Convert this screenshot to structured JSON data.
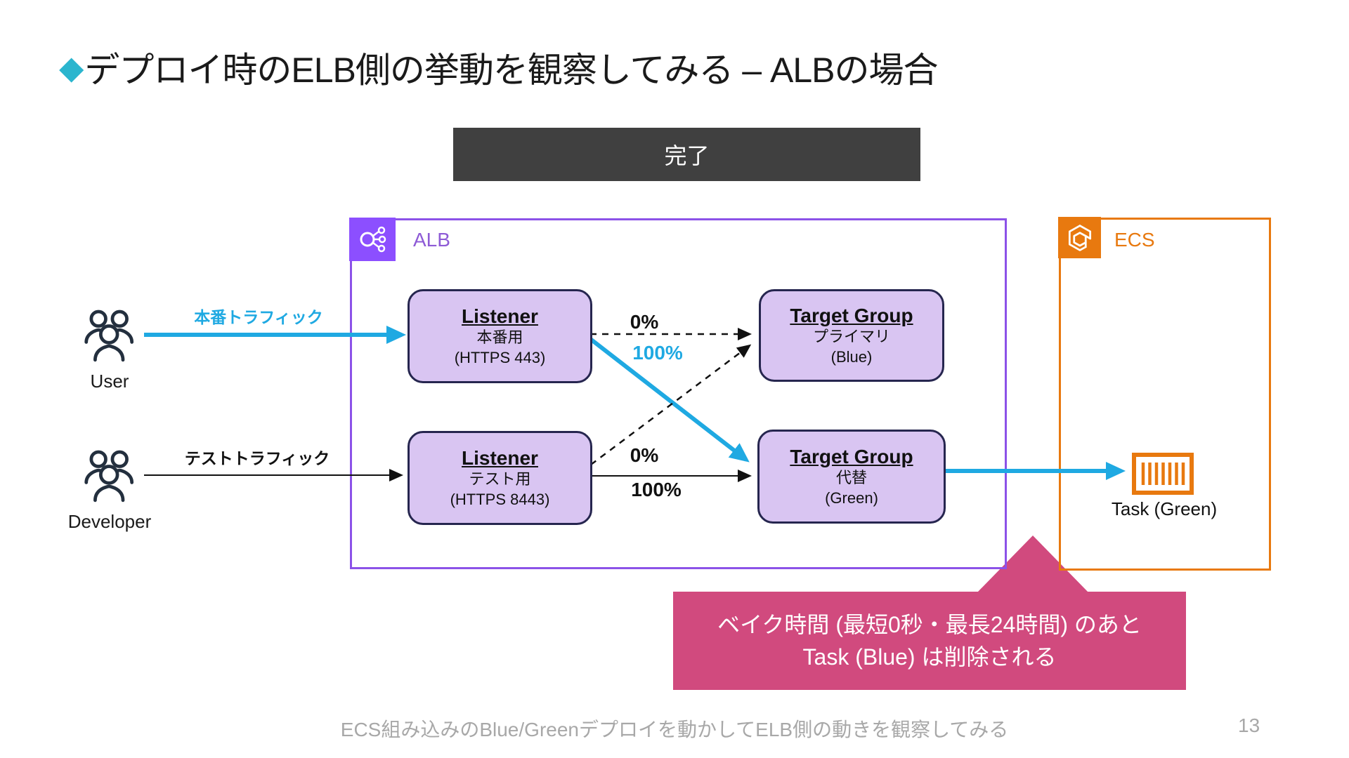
{
  "slide": {
    "bullet": "◆",
    "title": "デプロイ時のELB側の挙動を観察してみる – ALBの場合",
    "banner": "完了",
    "footer": "ECS組み込みのBlue/Greenデプロイを動かしてELB側の動きを観察してみる",
    "page": "13"
  },
  "actors": {
    "user": {
      "label": "User",
      "traffic": "本番トラフィック"
    },
    "developer": {
      "label": "Developer",
      "traffic": "テストトラフィック"
    }
  },
  "alb": {
    "label": "ALB",
    "listener_prod": {
      "title": "Listener",
      "subtitle": "本番用",
      "port": "(HTTPS 443)"
    },
    "listener_test": {
      "title": "Listener",
      "subtitle": "テスト用",
      "port": "(HTTPS 8443)"
    },
    "tg_blue": {
      "title": "Target Group",
      "subtitle": "プライマリ",
      "variant": "(Blue)"
    },
    "tg_green": {
      "title": "Target Group",
      "subtitle": "代替",
      "variant": "(Green)"
    }
  },
  "weights": {
    "prod_to_blue": "0%",
    "prod_to_green": "100%",
    "test_to_blue": "0%",
    "test_to_green": "100%"
  },
  "ecs": {
    "label": "ECS",
    "task": "Task (Green)"
  },
  "callout": {
    "line1": "ベイク時間 (最短0秒・最長24時間) のあと",
    "line2": "Task (Blue) は削除される"
  },
  "colors": {
    "title_diamond": "#2BB5CE",
    "cyan_traffic": "#1FA9E2",
    "alb_purple": "#8C4FFF",
    "ecs_orange": "#E8790F",
    "node_fill": "#D9C5F2",
    "node_border": "#26264F",
    "banner_bg": "#404040",
    "callout_pink": "#D14A7E",
    "footer_gray": "#A8A8A8"
  }
}
